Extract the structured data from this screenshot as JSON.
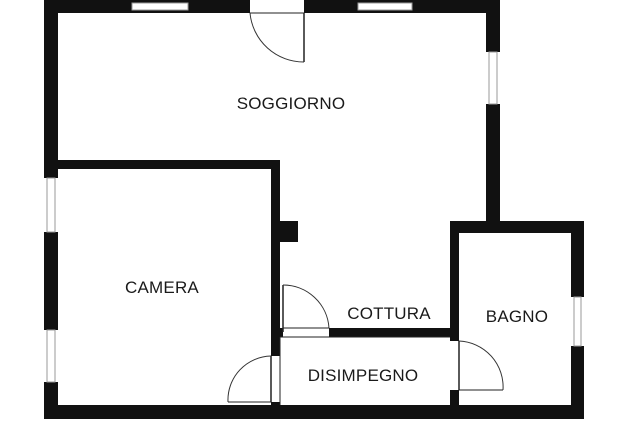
{
  "rooms": {
    "soggiorno": "SOGGIORNO",
    "camera": "CAMERA",
    "cottura": "COTTURA",
    "bagno": "BAGNO",
    "disimpegno": "DISIMPEGNO"
  },
  "colors": {
    "wall": "#111111",
    "background": "#ffffff",
    "text": "#1a1a1a"
  }
}
